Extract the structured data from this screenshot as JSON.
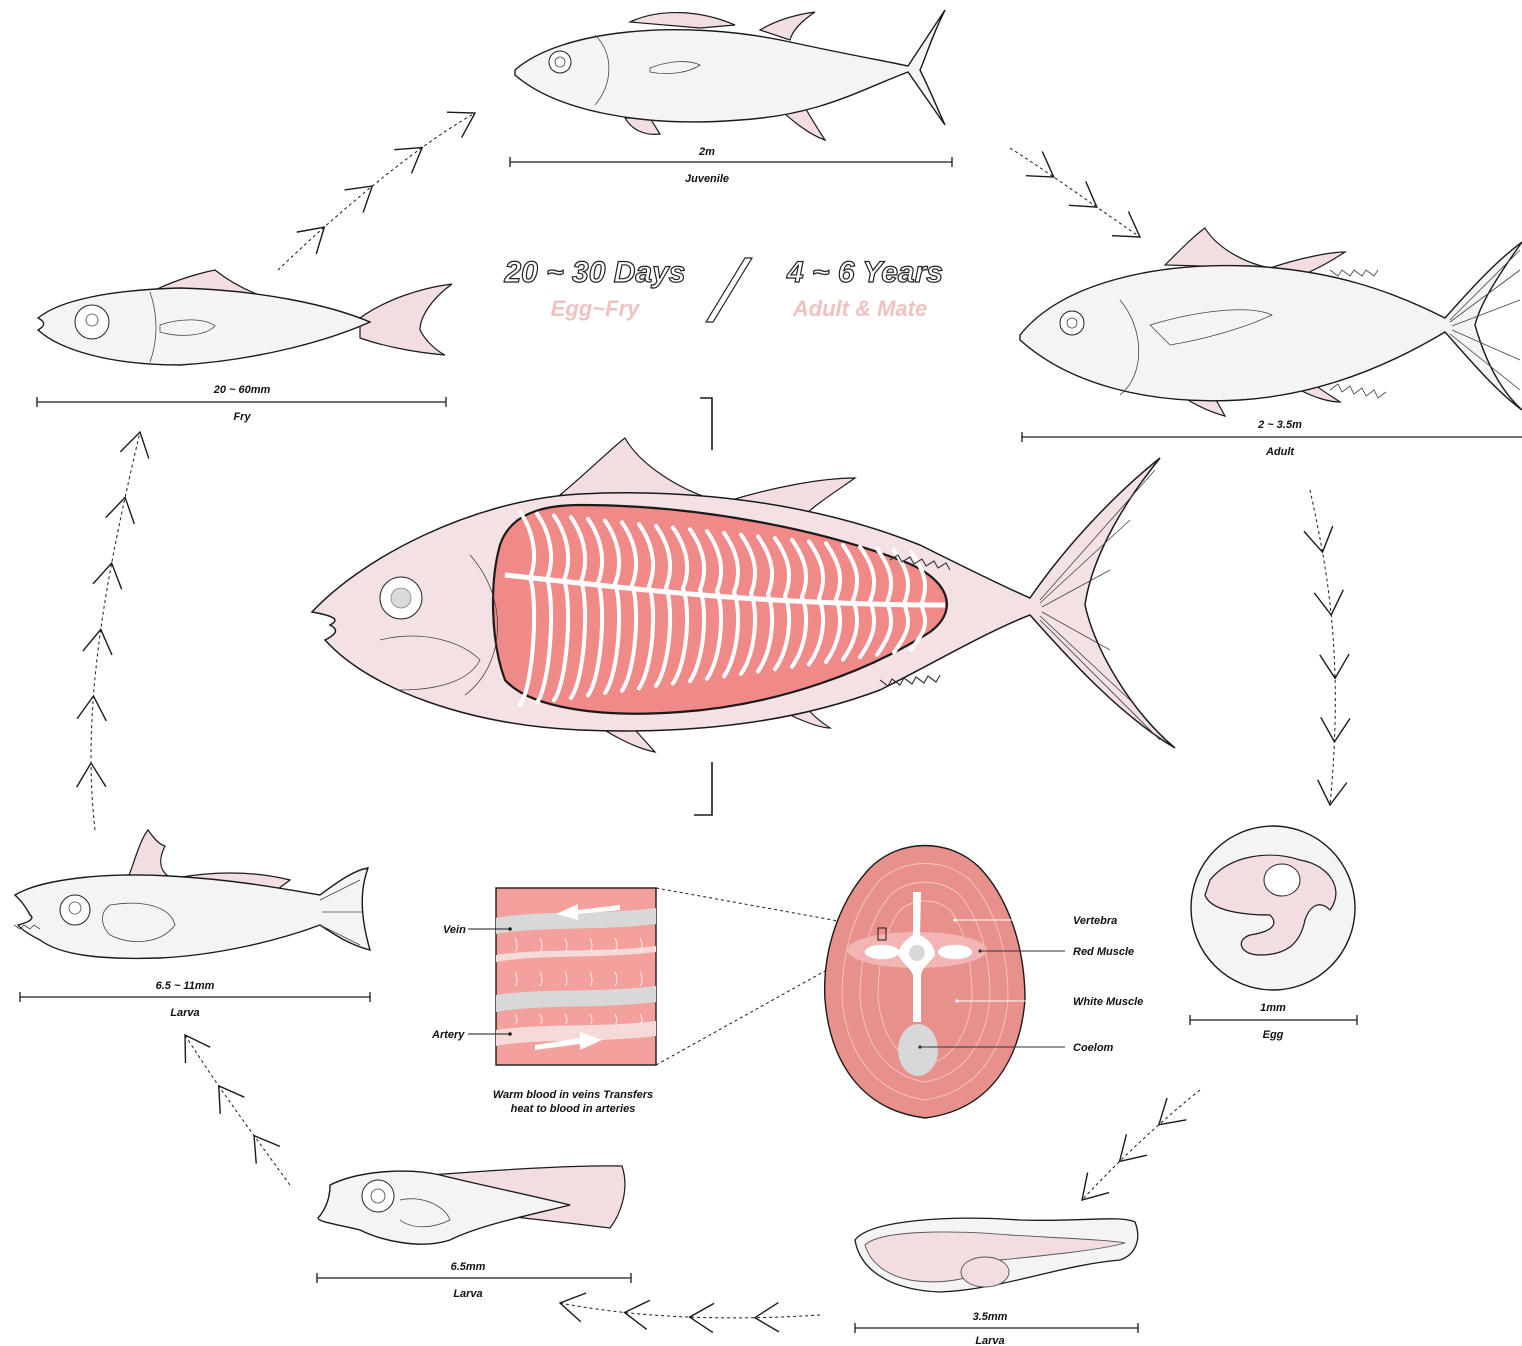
{
  "header": {
    "left_period": "20 ~ 30 Days",
    "left_stage": "Egg~Fry",
    "right_period": "4 ~ 6 Years",
    "right_stage": "Adult & Mate"
  },
  "stages": {
    "juvenile": {
      "size": "2m",
      "name": "Juvenile"
    },
    "adult": {
      "size": "2 ~ 3.5m",
      "name": "Adult"
    },
    "egg": {
      "size": "1mm",
      "name": "Egg"
    },
    "larva_35": {
      "size": "3.5mm",
      "name": "Larva"
    },
    "larva_65": {
      "size": "6.5mm",
      "name": "Larva"
    },
    "larva_11": {
      "size": "6.5 ~ 11mm",
      "name": "Larva"
    },
    "fry": {
      "size": "20 ~ 60mm",
      "name": "Fry"
    }
  },
  "heat_exchange": {
    "vein_label": "Vein",
    "artery_label": "Artery",
    "caption_line1": "Warm blood in veins Transfers",
    "caption_line2": "heat to blood in arteries"
  },
  "cross_section": {
    "labels": [
      "Vertebra",
      "Red Muscle",
      "White Muscle",
      "Coelom"
    ]
  },
  "colors": {
    "fin_pink": "#f2dde0",
    "body_pink": "#f3e1e4",
    "muscle_red": "#ef8a88",
    "cross_section_red": "#e8908c",
    "title_pink": "#efc2c2"
  }
}
